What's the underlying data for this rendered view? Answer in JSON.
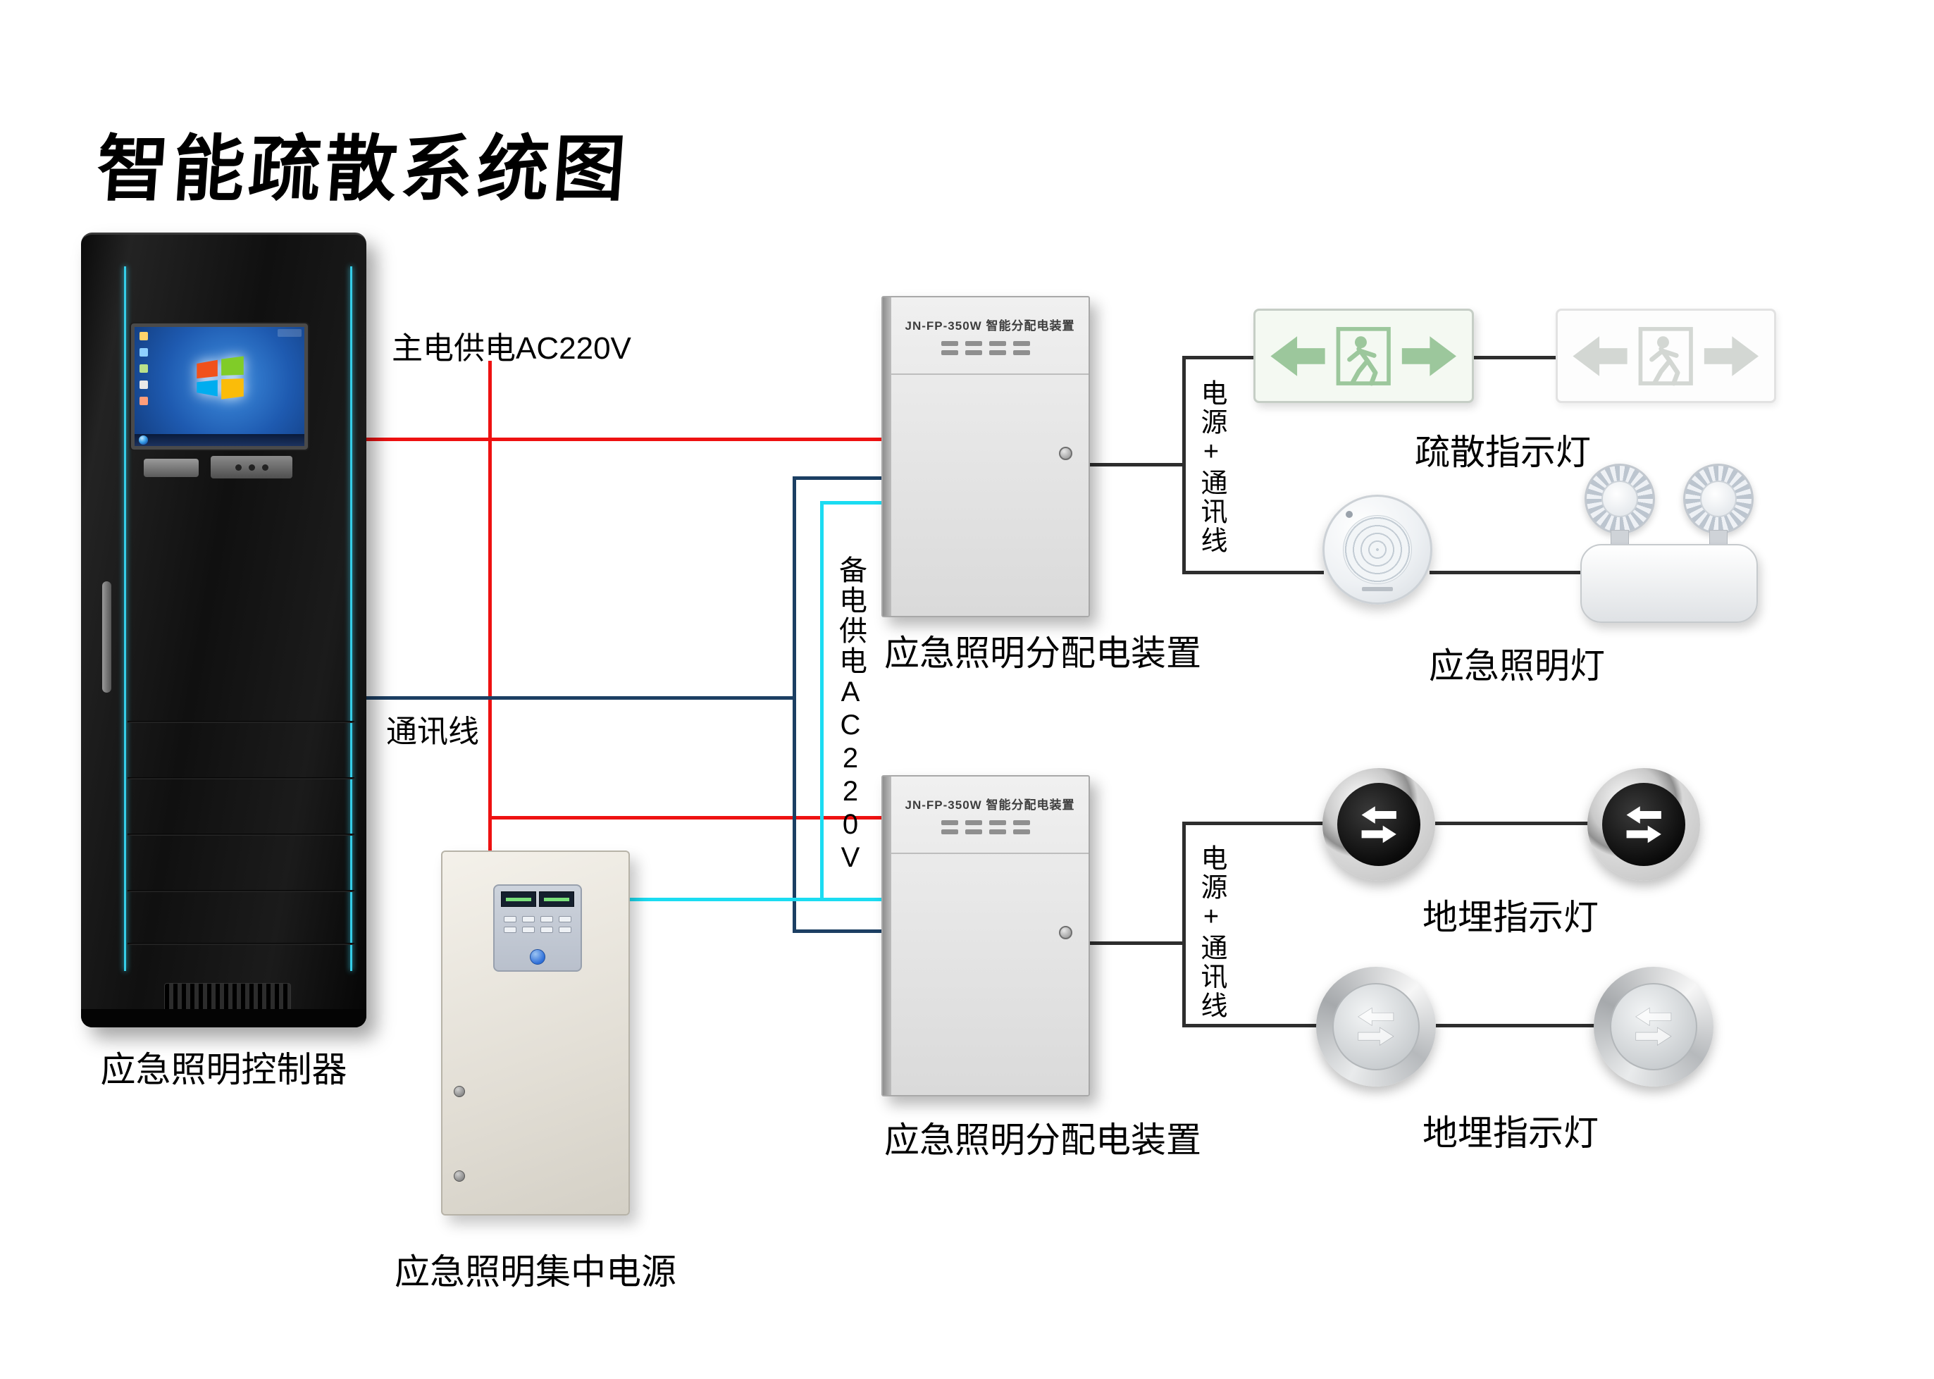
{
  "title": "智能疏散系统图",
  "wire_labels": {
    "main_power": "主电供电AC220V",
    "comm": "通讯线",
    "backup_power": "备电供电AC220V",
    "power_comm_top": "电源+通讯线",
    "power_comm_bottom": "电源+通讯线"
  },
  "colors": {
    "main_power_wire": "#ee1111",
    "comm_wire": "#1c3f63",
    "backup_power_wire": "#1bdcf2",
    "connector_wire": "#2e2e2e",
    "cabinet_accent": "#35cde8"
  },
  "controller": {
    "label": "应急照明控制器"
  },
  "central_power": {
    "label": "应急照明集中电源"
  },
  "dist_box_top": {
    "panel_title": "JN-FP-350W 智能分配电装置",
    "label": "应急照明分配电装置"
  },
  "dist_box_bottom": {
    "panel_title": "JN-FP-350W 智能分配电装置",
    "label": "应急照明分配电装置"
  },
  "exit_signs": {
    "label": "疏散指示灯"
  },
  "emergency_lights": {
    "label": "应急照明灯"
  },
  "ground_lights_top": {
    "label": "地埋指示灯"
  },
  "ground_lights_bottom": {
    "label": "地埋指示灯"
  }
}
